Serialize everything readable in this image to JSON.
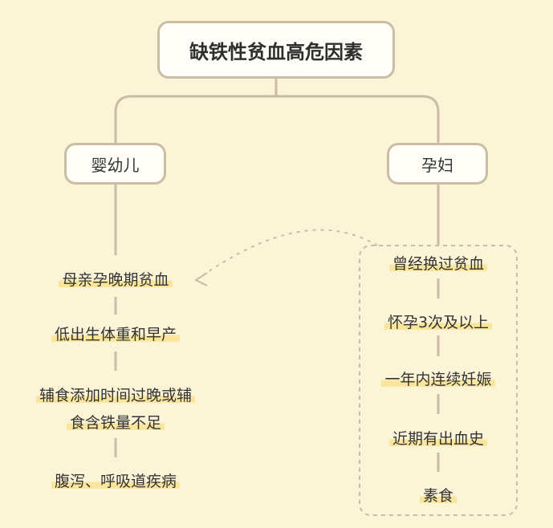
{
  "title": "缺铁性贫血高危因素",
  "categories": {
    "left": "婴幼儿",
    "right": "孕妇"
  },
  "left_items": [
    "母亲孕晚期贫血",
    "低出生体重和早产",
    "辅食添加时间过晚或辅",
    "食含铁量不足",
    "腹泻、呼吸道疾病"
  ],
  "right_items": [
    "曾经换过贫血",
    "怀孕3次及以上",
    "一年内连续妊娠",
    "近期有出血史",
    "素食"
  ],
  "colors": {
    "background": "#fcf4d7",
    "line": "#c9bda5",
    "highlight": "#f9e69c",
    "box_fill": "#fffdf8"
  }
}
